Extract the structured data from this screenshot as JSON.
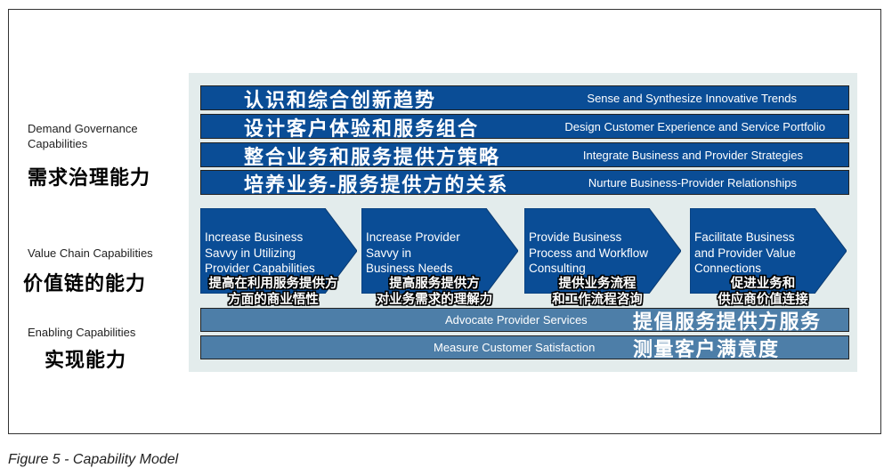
{
  "diagram": {
    "left_labels": [
      {
        "en_line1": "Demand Governance",
        "en_line2": "Capabilities",
        "zh": "需求治理能力"
      },
      {
        "en_line1": "Value Chain Capabilities",
        "en_line2": "",
        "zh": "价值链的能力"
      },
      {
        "en_line1": "Enabling Capabilities",
        "en_line2": "",
        "zh": "实现能力"
      }
    ],
    "demand_bars": [
      {
        "zh": "认识和综合创新趋势",
        "en": "Sense and Synthesize Innovative Trends"
      },
      {
        "zh": "设计客户体验和服务组合",
        "en": "Design Customer Experience and Service Portfolio"
      },
      {
        "zh": "整合业务和服务提供方策略",
        "en": "Integrate Business and Provider Strategies"
      },
      {
        "zh": "培养业务-服务提供方的关系",
        "en": "Nurture Business-Provider Relationships"
      }
    ],
    "value_chain": [
      {
        "en": [
          "Increase Business",
          "Savvy in Utilizing",
          "Provider Capabilities"
        ],
        "zh": [
          "提高在利用服务提供方",
          "方面的商业悟性"
        ]
      },
      {
        "en": [
          "Increase Provider",
          "Savvy in",
          "Business Needs"
        ],
        "zh": [
          "提高服务提供方",
          "对业务需求的理解力"
        ]
      },
      {
        "en": [
          "Provide Business",
          "Process and Workflow",
          "Consulting"
        ],
        "zh": [
          "提供业务流程",
          "和工作流程咨询"
        ]
      },
      {
        "en": [
          "Facilitate Business",
          "and Provider Value",
          "Connections"
        ],
        "zh": [
          "促进业务和",
          "供应商价值连接"
        ]
      }
    ],
    "enabling_bars": [
      {
        "en": "Advocate Provider Services",
        "zh": "提倡服务提供方服务"
      },
      {
        "en": "Measure Customer Satisfaction",
        "zh": "测量客户满意度"
      }
    ],
    "colors": {
      "demand_bar": "#0a4d96",
      "arrow": "#0a4d96",
      "enabling_bar": "#4d7ea8",
      "panel": "#e3ecec"
    }
  },
  "caption": "Figure 5 - Capability Model"
}
